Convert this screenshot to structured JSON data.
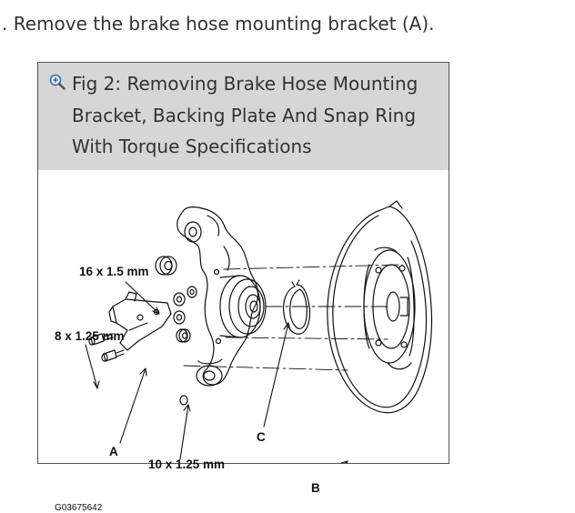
{
  "step": {
    "text": ". Remove the brake hose mounting bracket (A)."
  },
  "figure": {
    "zoom_icon": "zoom-in-icon",
    "caption": "Fig 2: Removing Brake Hose Mounting Bracket, Backing Plate And Snap Ring With Torque Specifications",
    "labels": {
      "bolt_16": "16 x 1.5 mm",
      "bolt_8": "8 x 1.25 mm",
      "bolt_10": "10 x 1.25 mm",
      "part_a": "A",
      "part_b": "B",
      "part_c": "C"
    },
    "code": "G03675642"
  }
}
